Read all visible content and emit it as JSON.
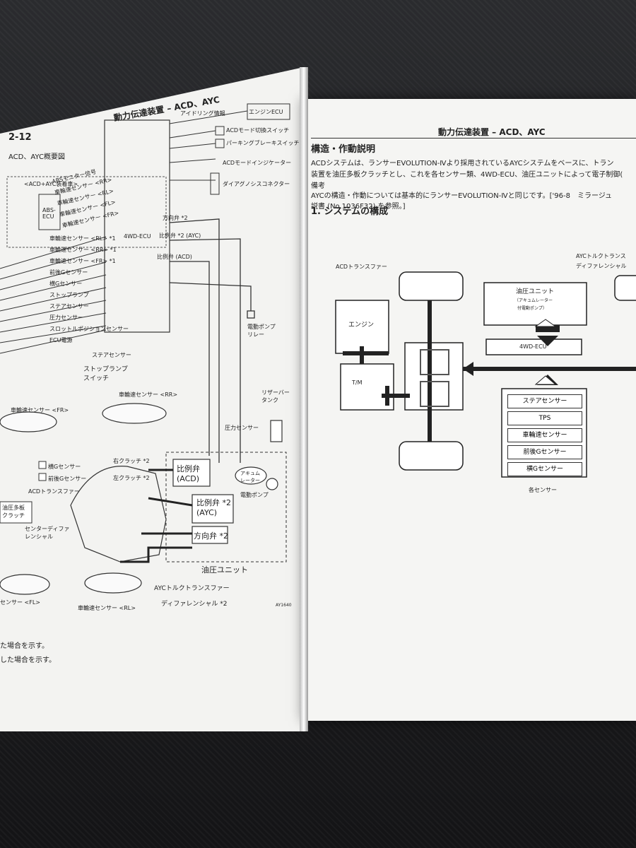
{
  "left_page": {
    "header": "動力伝達装置 – ACD、AYC",
    "page_number": "2-12",
    "diagram_title": "ACD、AYC概要図",
    "acd_ayc_label": "<ACD+AYC装着車>",
    "ecu_labels": {
      "abs_ecu": "ABS-\nECU",
      "4wd_ecu": "4WD-ECU",
      "engine_ecu": "エンジンECU"
    },
    "signals_right": [
      "アイドリング情報",
      "ACDモード切換スイッチ",
      "パーキングブレーキスイッチ",
      "ACDモードインジケーター",
      "ダイアグノシスコネクター"
    ],
    "signals_left": [
      "ABSモニター信号",
      "車輪速センサー <RR>",
      "車輪速センサー <RL>",
      "車輪速センサー <FL>",
      "車輪速センサー <FR>",
      "車輪速センサー <RL> *1",
      "車輪速センサー <RR> *1",
      "車輪速センサー <FR> *1",
      "前後Gセンサー",
      "横Gセンサー",
      "ストップランプ",
      "ステアセンサー",
      "圧力センサー",
      "スロットルポジションセンサー",
      "ECU電源"
    ],
    "outputs": [
      "方向弁 *2",
      "比例弁 *2 (AYC)",
      "比例弁 (ACD)"
    ],
    "components": {
      "steer_sensor": "ステアセンサー",
      "stop_lamp": "ストップランプ\nスイッチ",
      "pump_relay": "電動ポンプ\nリレー",
      "reservoir": "リザーバー\nタンク",
      "pressure_sensor": "圧力センサー",
      "rr_sensor": "車輪速センサー <RR>",
      "fr_sensor": "車輪速センサー <FR>",
      "right_clutch": "右クラッチ *2",
      "left_clutch": "左クラッチ *2",
      "valve_acd": "比例弁\n(ACD)",
      "valve_ayc": "比例弁 *2\n(AYC)",
      "direction_valve": "方向弁 *2",
      "accumulator": "アキュム\nレーター",
      "electric_pump": "電動ポンプ",
      "hydraulic_unit": "油圧ユニット",
      "lat_g": "横Gセンサー",
      "fr_g": "前後Gセンサー",
      "acd_transfer": "ACDトランスファー",
      "hyd_clutch": "油圧多板\nクラッチ",
      "center_diff": "センターディファ\nレンシャル",
      "ayc_transfer": "AYCトルクトランスファー",
      "diff": "ディファレンシャル *2",
      "fl_sensor": "センサー <FL>",
      "rl_sensor": "車輪速センサー <RL>",
      "fig_code": "AY1640"
    },
    "footnotes": [
      "た場合を示す。",
      "した場合を示す。"
    ]
  },
  "right_page": {
    "header": "動力伝達装置 – ACD、AYC",
    "section_title": "構造・作動説明",
    "para1": [
      "ACDシステムは、ランサーEVOLUTION-Ⅳより採用されているAYCシステムをベースに、トラン",
      "装置を油圧多板クラッチとし、これを各センサー類、4WD-ECU、油圧ユニットによって電子制御("
    ],
    "note_label": "備考",
    "para2": [
      "AYCの構造・作動については基本的にランサーEVOLUTION-Ⅳと同じです。['96-8　ミラージュ",
      "説書 (No.1036F32) を参照。]"
    ],
    "subsection": "1. システムの構成",
    "diagram": {
      "acd_transfer": "ACDトランスファー",
      "ayc_label_1": "AYCトルクトランス",
      "ayc_label_2": "ディファレンシャル",
      "hydraulic_unit": "油圧ユニット",
      "hydraulic_sub_1": "（アキュムレーター",
      "hydraulic_sub_2": "付電動ポンプ）",
      "engine": "エンジン",
      "tm": "T/M",
      "ecu": "4WD-ECU",
      "sensors": [
        "ステアセンサー",
        "TPS",
        "車輪速センサー",
        "前後Gセンサー",
        "横Gセンサー"
      ],
      "sensors_caption": "各センサー"
    }
  }
}
